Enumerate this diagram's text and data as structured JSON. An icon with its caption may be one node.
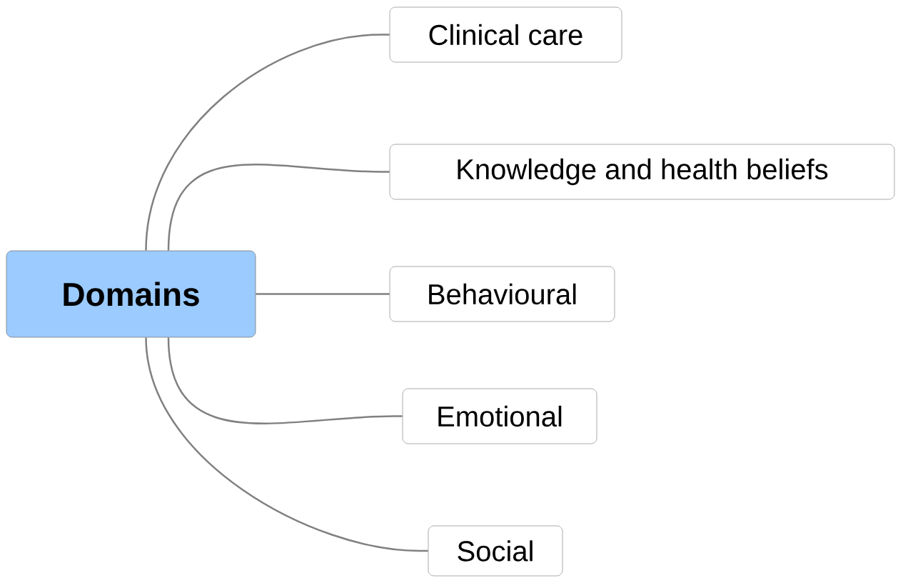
{
  "diagram": {
    "nodes": [
      {
        "text": [
          "Domains"
        ]
      },
      {
        "text": [
          "Clinical care"
        ]
      },
      {
        "text": [
          "Knowledge and health beliefs"
        ]
      },
      {
        "text": [
          "Behavioural"
        ]
      },
      {
        "text": [
          "Emotional"
        ]
      },
      {
        "text": [
          "Social"
        ]
      }
    ],
    "edges": [
      {
        "from": 0,
        "to": 1,
        "arrow": "none"
      },
      {
        "from": 0,
        "to": 2,
        "arrow": "none"
      },
      {
        "from": 0,
        "to": 3,
        "arrow": "none"
      },
      {
        "from": 0,
        "to": 4,
        "arrow": "none"
      },
      {
        "from": 0,
        "to": 5,
        "arrow": "none"
      }
    ]
  }
}
